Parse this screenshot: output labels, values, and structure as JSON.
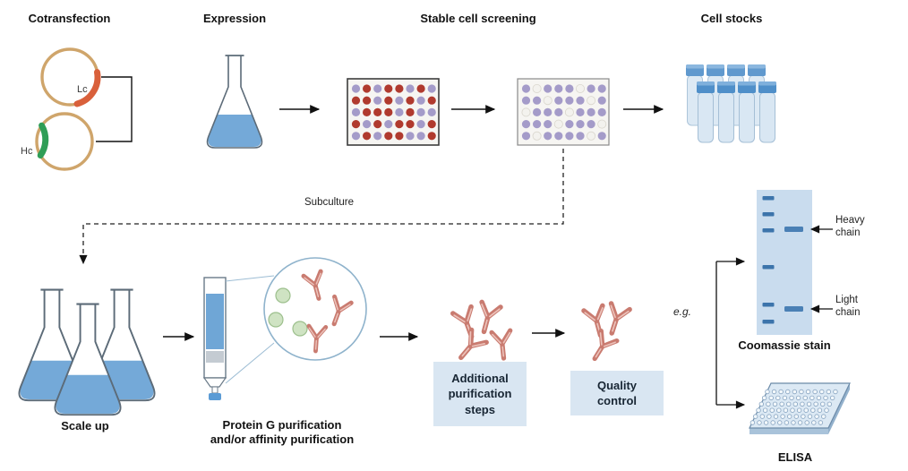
{
  "labels": {
    "cotransfection": "Cotransfection",
    "expression": "Expression",
    "stable_cell_screening": "Stable cell screening",
    "cell_stocks": "Cell stocks",
    "lc": "Lc",
    "hc": "Hc",
    "subculture": "Subculture",
    "scale_up": "Scale up",
    "protein_g": "Protein G purification\nand/or affinity purification",
    "additional": "Additional\npurification\nsteps",
    "quality": "Quality\ncontrol",
    "eg": "e.g.",
    "heavy_chain": "Heavy\nchain",
    "light_chain": "Light\nchain",
    "coomassie_stain": "Coomassie stain",
    "elisa": "ELISA"
  },
  "plates": {
    "well_color_key": {
      "R": "red well",
      "P": "purple well",
      "W": "empty well"
    },
    "plate1_rows": [
      "PRPRRPRP",
      "RRPRPRPR",
      "PRRRPRPP",
      "RPRPRRPR",
      "PRPRRPPR"
    ],
    "plate2_rows": [
      "PWPPPWPP",
      "PPWPPPWP",
      "WPPPWPPP",
      "PPPWPPPW",
      "PWPPPPWP"
    ]
  },
  "colors": {
    "plasmid_ring": "#cfa56b",
    "insert_lc": "#d9603b",
    "insert_hc": "#2f9e57",
    "liquid": "#74a9d8",
    "well_red": "#b03a2e",
    "well_purple": "#a49bc9",
    "well_empty": "#f3f2ee",
    "vial_body": "#d9e7f3",
    "vial_cap": "#4f8fc9",
    "box_bg": "#d9e6f2",
    "gel_bg": "#c9dcee",
    "gel_band": "#3c74ab",
    "antibody": "#c97b70",
    "bead": "#cfe3c3",
    "arrow": "#111111"
  }
}
